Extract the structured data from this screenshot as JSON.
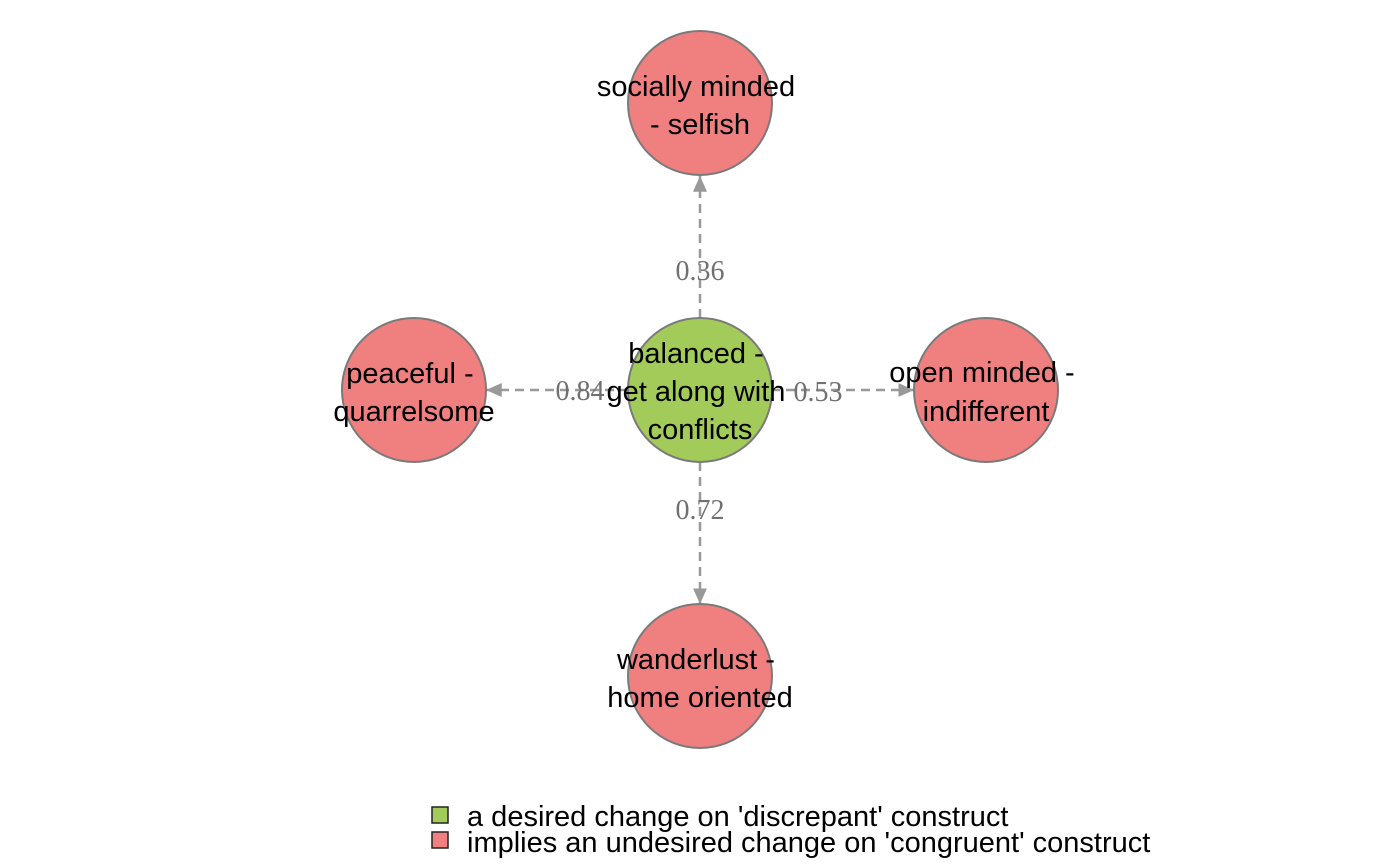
{
  "colors": {
    "discrepant": "#a3cb5a",
    "congruent": "#f08080",
    "node_stroke": "#7a7a7a",
    "edge": "#999999",
    "edge_label": "#707070"
  },
  "nodes": {
    "center": {
      "type": "discrepant",
      "lines": [
        "balanced -",
        "get along with",
        "conflicts"
      ]
    },
    "top": {
      "type": "congruent",
      "lines": [
        "socially minded",
        "- selfish"
      ]
    },
    "left": {
      "type": "congruent",
      "lines": [
        "peaceful -",
        "quarrelsome"
      ]
    },
    "right": {
      "type": "congruent",
      "lines": [
        "open minded -",
        "indifferent"
      ]
    },
    "bottom": {
      "type": "congruent",
      "lines": [
        "wanderlust -",
        "home oriented"
      ]
    }
  },
  "edges": {
    "top": {
      "label": "0.36"
    },
    "left": {
      "label": "0.84"
    },
    "right": {
      "label": "0.53"
    },
    "bottom": {
      "label": "0.72"
    }
  },
  "legend": {
    "items": [
      {
        "type": "discrepant",
        "label": "a desired change on 'discrepant' construct"
      },
      {
        "type": "congruent",
        "label": "implies an undesired change on 'congruent' construct"
      }
    ]
  }
}
